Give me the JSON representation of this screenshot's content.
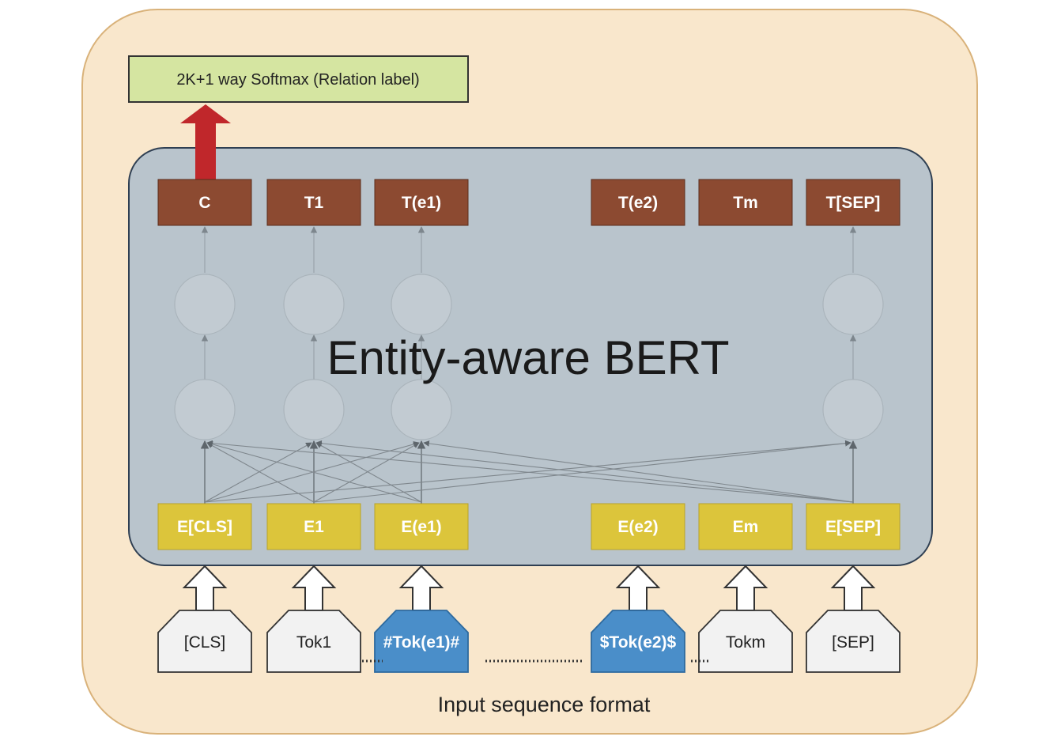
{
  "softmax_label": "2K+1 way Softmax (Relation label)",
  "model_title": "Entity-aware BERT",
  "outputs": [
    "C",
    "T1",
    "T(e1)",
    "T(e2)",
    "Tm",
    "T[SEP]"
  ],
  "embeddings": [
    "E[CLS]",
    "E1",
    "E(e1)",
    "E(e2)",
    "Em",
    "E[SEP]"
  ],
  "tokens": [
    "[CLS]",
    "Tok1",
    "#Tok(e1)#",
    "$Tok(e2)$",
    "Tokm",
    "[SEP]"
  ],
  "caption": "Input sequence format",
  "colors": {
    "outer_bg": "#f9e7cc",
    "outer_border": "#d9b27a",
    "bert_bg": "#b9c4cc",
    "bert_border": "#2f3f52",
    "output_box": "#8c4a31",
    "embedding_box": "#dcc53b",
    "softmax_box": "#d5e5a1",
    "arrow_red": "#c0272b",
    "token_plain": "#f2f2f2",
    "token_entity": "#4a8ec9"
  }
}
